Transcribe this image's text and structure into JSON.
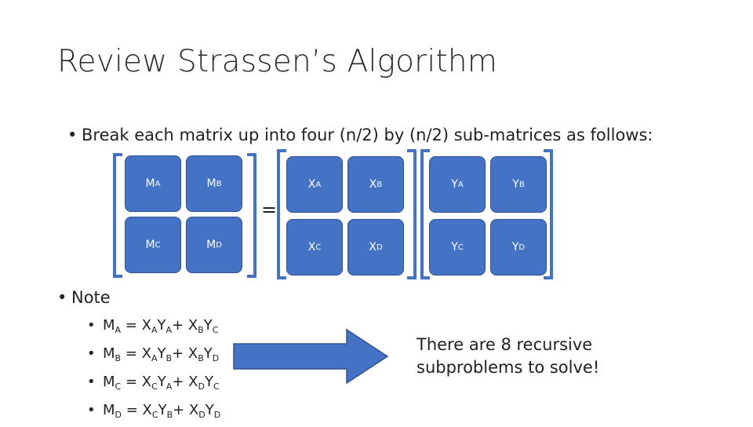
{
  "slide": {
    "title": "Review Strassen’s Algorithm",
    "bullet_main": "Break each matrix up into four (n/2) by (n/2) sub-matrices as follows:",
    "bullet_note": "Note",
    "bullet_symbol": "•",
    "equals": "="
  },
  "matrices": {
    "M": {
      "cells": [
        {
          "base": "M",
          "sub": "A"
        },
        {
          "base": "M",
          "sub": "B"
        },
        {
          "base": "M",
          "sub": "C"
        },
        {
          "base": "M",
          "sub": "D"
        }
      ]
    },
    "X": {
      "cells": [
        {
          "base": "X",
          "sub": "A"
        },
        {
          "base": "X",
          "sub": "B"
        },
        {
          "base": "X",
          "sub": "C"
        },
        {
          "base": "X",
          "sub": "D"
        }
      ]
    },
    "Y": {
      "cells": [
        {
          "base": "Y",
          "sub": "A"
        },
        {
          "base": "Y",
          "sub": "B"
        },
        {
          "base": "Y",
          "sub": "C"
        },
        {
          "base": "Y",
          "sub": "D"
        }
      ]
    }
  },
  "notes": [
    [
      [
        "M",
        "A"
      ],
      [
        " = ",
        ""
      ],
      [
        "X",
        "A"
      ],
      [
        "Y",
        "A"
      ],
      [
        "+ ",
        ""
      ],
      [
        "X",
        "B"
      ],
      [
        "Y",
        "C"
      ]
    ],
    [
      [
        "M",
        "B"
      ],
      [
        " = ",
        ""
      ],
      [
        "X",
        "A"
      ],
      [
        "Y",
        "B"
      ],
      [
        "+ ",
        ""
      ],
      [
        "X",
        "B"
      ],
      [
        "Y",
        "D"
      ]
    ],
    [
      [
        "M",
        "C"
      ],
      [
        " = ",
        ""
      ],
      [
        "X",
        "C"
      ],
      [
        "Y",
        "A"
      ],
      [
        "+ ",
        ""
      ],
      [
        "X",
        "D"
      ],
      [
        "Y",
        "C"
      ]
    ],
    [
      [
        "M",
        "D"
      ],
      [
        " = ",
        ""
      ],
      [
        "X",
        "C"
      ],
      [
        "Y",
        "B"
      ],
      [
        "+ ",
        ""
      ],
      [
        "X",
        "D"
      ],
      [
        "Y",
        "D"
      ]
    ]
  ],
  "result": {
    "line1": "There are 8 recursive",
    "line2": "subproblems to solve!"
  },
  "colors": {
    "cell_fill": "#4472c4",
    "cell_border": "#2f528f",
    "bracket": "#4472c4"
  }
}
